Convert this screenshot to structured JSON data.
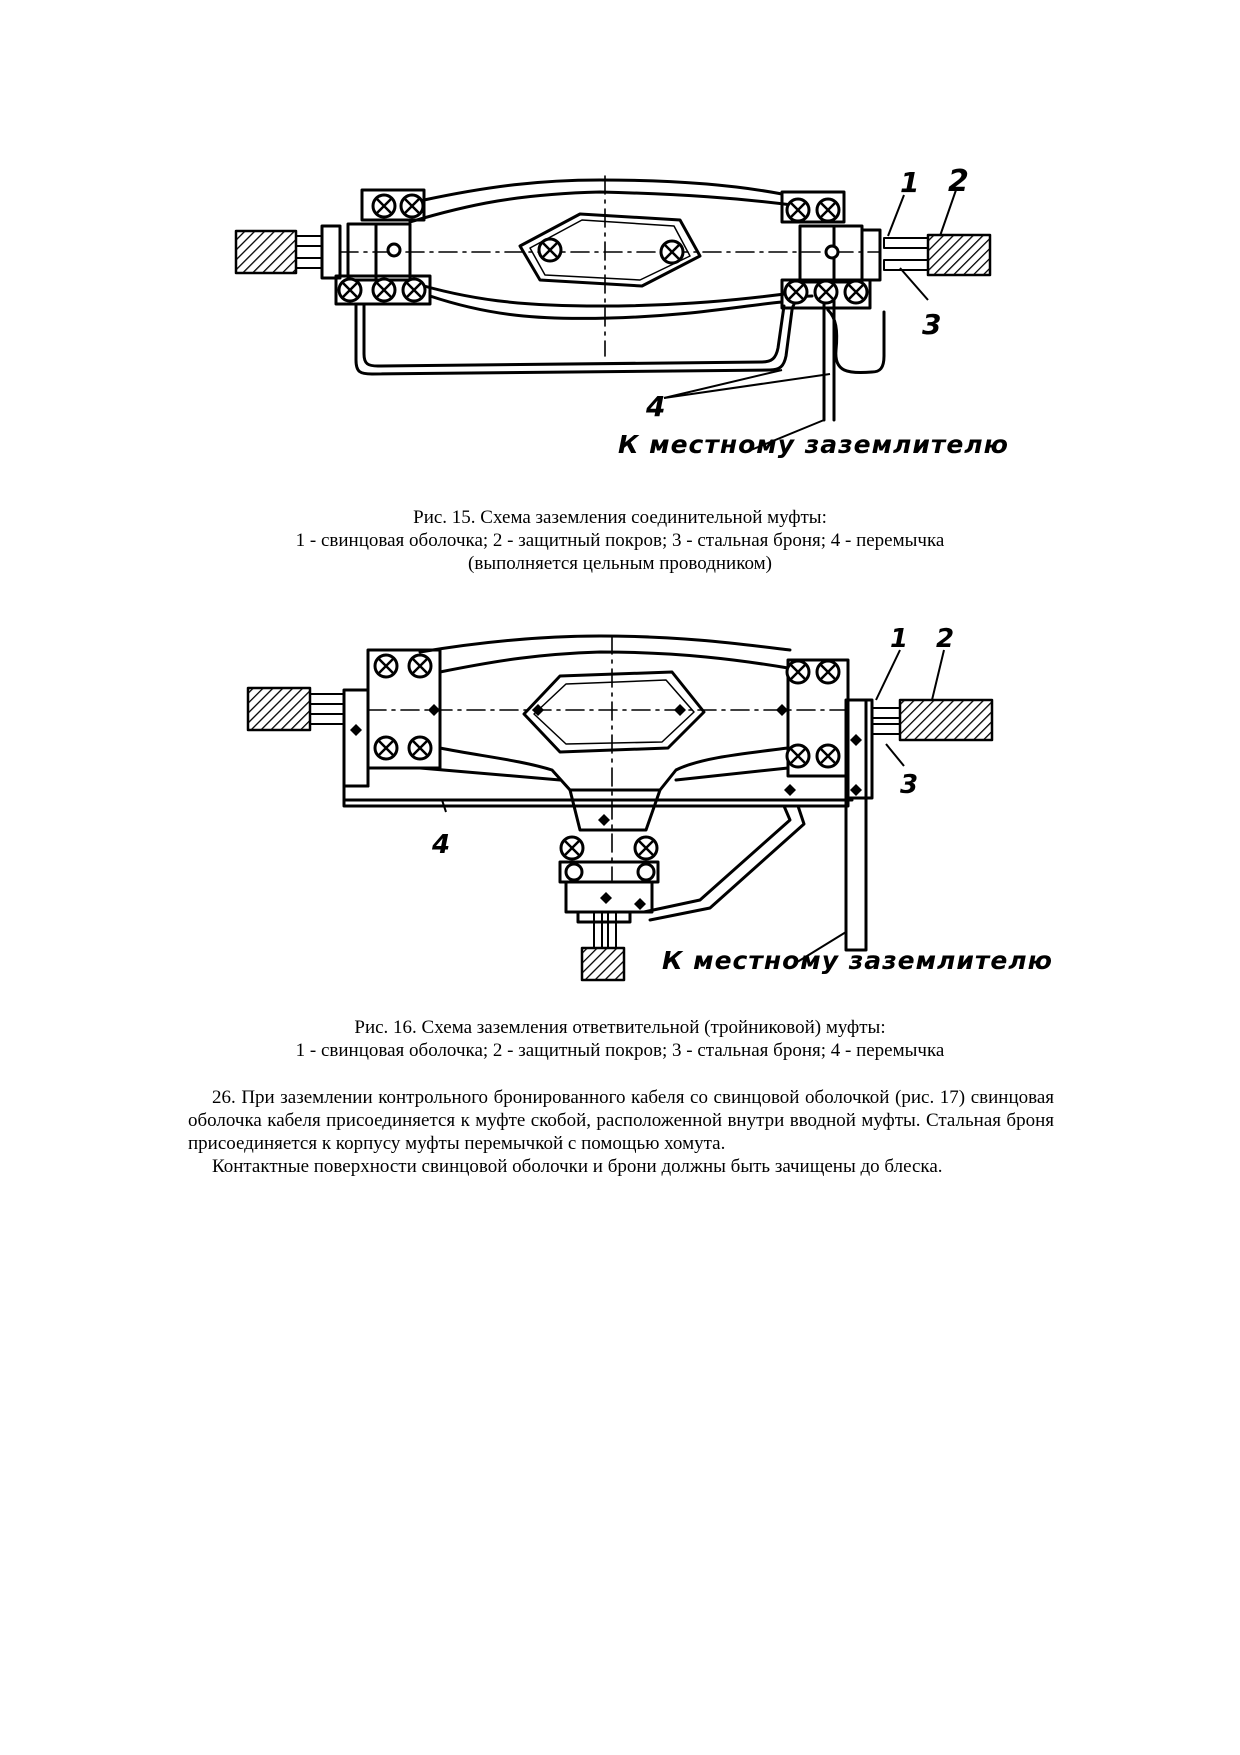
{
  "figure15": {
    "labels": {
      "one": "1",
      "two": "2",
      "three": "3",
      "four": "4",
      "ground": "К местному заземлителю"
    },
    "caption": {
      "line1": "Рис. 15. Схема заземления соединительной муфты:",
      "line2": "1 - свинцовая оболочка; 2 - защитный покров; 3 - стальная броня; 4 - перемычка",
      "line3": "(выполняется цельным проводником)"
    }
  },
  "figure16": {
    "labels": {
      "one": "1",
      "two": "2",
      "three": "3",
      "four": "4",
      "ground": "К местному заземлителю"
    },
    "caption": {
      "line1": "Рис. 16. Схема заземления ответвительной (тройниковой) муфты:",
      "line2": "1 - свинцовая оболочка; 2 - защитный покров; 3 - стальная броня; 4 - перемычка"
    }
  },
  "body": {
    "paragraph1": "26. При заземлении контрольного бронированного кабеля со свинцовой оболочкой (рис. 17) свинцовая оболочка кабеля присоединяется к муфте скобой, расположенной внутри вводной муфты. Стальная броня присоединяется к корпусу муфты перемычкой с помощью хомута.",
    "paragraph2": "Контактные поверхности свинцовой оболочки и брони должны быть зачищены до блеска."
  }
}
